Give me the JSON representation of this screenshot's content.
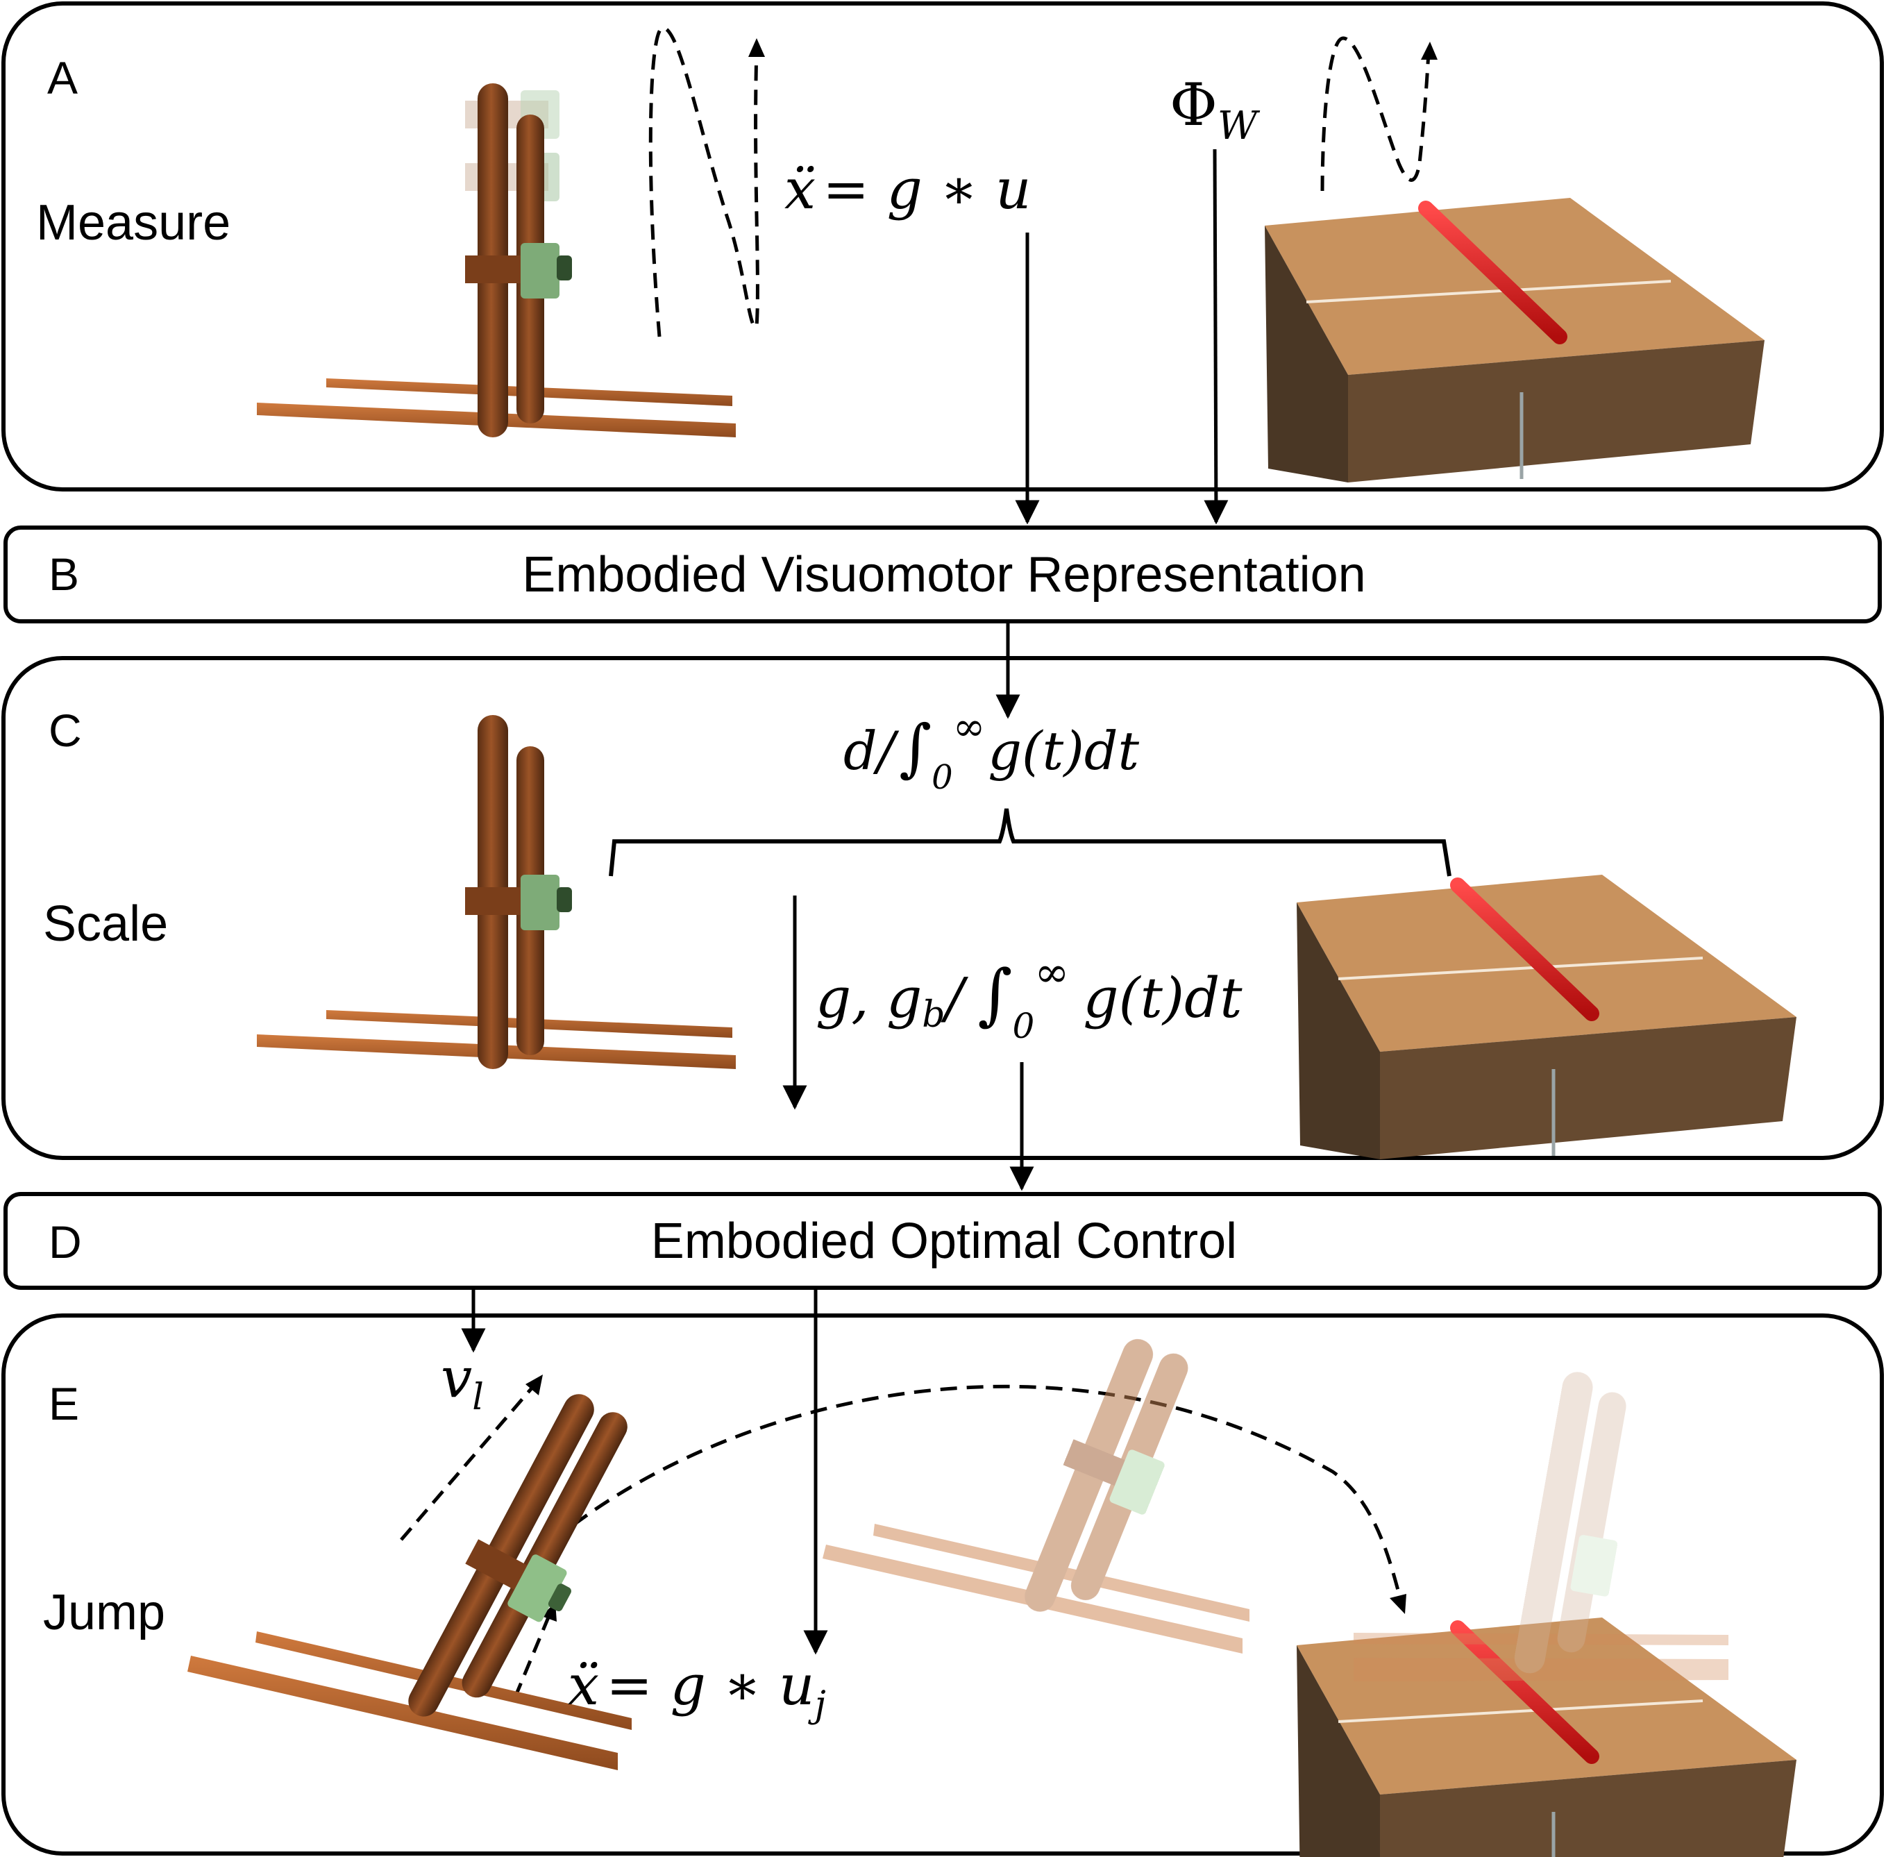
{
  "panels": {
    "a": {
      "letter": "A",
      "name": "Measure",
      "eq_lhs": "ẍ",
      "eq_rhs": "= g ∗ u",
      "phi": "Φ",
      "phi_sub": "W"
    },
    "b": {
      "letter": "B",
      "label": "Embodied Visuomotor Representation"
    },
    "c": {
      "letter": "C",
      "name": "Scale",
      "top_pre": "d/",
      "top_sub": "0",
      "top_sup": "∞",
      "top_post": "g(t)dt",
      "mid_pre": "g, g",
      "mid_b": "b",
      "mid_slash": "/",
      "mid_sub": "0",
      "mid_sup": "∞",
      "mid_post": "g(t)dt"
    },
    "d": {
      "letter": "D",
      "label": "Embodied Optimal Control"
    },
    "e": {
      "letter": "E",
      "name": "Jump",
      "v": "v",
      "v_sub": "l",
      "eq_lhs": "ẍ",
      "eq_rhs": "= g ∗ u",
      "eq_sub": "j"
    }
  },
  "colors": {
    "robot": "#8a4a22",
    "rail": "#b5652e",
    "clamp": "#5f8a5b",
    "box_top": "#c9925f",
    "box_side": "#5e4530",
    "laser": "#d6171a"
  }
}
